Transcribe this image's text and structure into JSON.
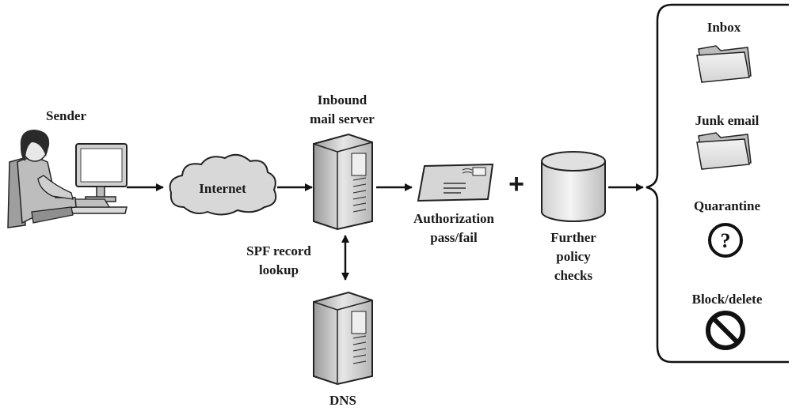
{
  "labels": {
    "sender": "Sender",
    "internet": "Internet",
    "inbound_line1": "Inbound",
    "inbound_line2": "mail server",
    "authorization_line1": "Authorization",
    "authorization_line2": "pass/fail",
    "plus": "+",
    "further_line1": "Further",
    "further_line2": "policy",
    "further_line3": "checks",
    "spf_line1": "SPF record",
    "spf_line2": "lookup",
    "dns": "DNS"
  },
  "outcomes": {
    "inbox": "Inbox",
    "junk": "Junk email",
    "quarantine": "Quarantine",
    "quarantine_symbol": "?",
    "block": "Block/delete"
  },
  "icons": [
    "person-at-computer-icon",
    "cloud-icon",
    "server-tower-icon",
    "envelope-icon",
    "database-cylinder-icon",
    "folder-icon",
    "question-circle-icon",
    "prohibited-icon"
  ]
}
